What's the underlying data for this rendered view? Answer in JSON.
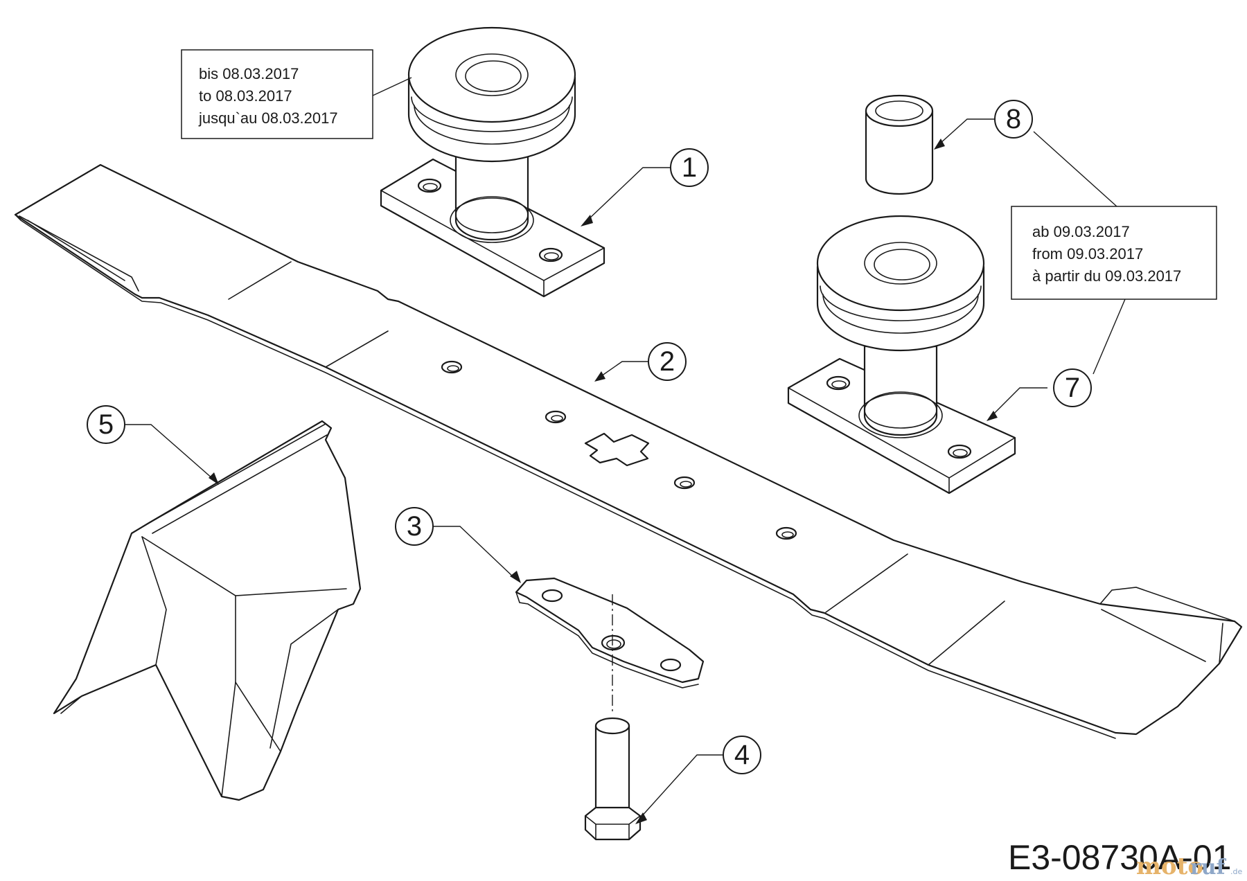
{
  "callouts": [
    {
      "id": "1",
      "label": "1"
    },
    {
      "id": "2",
      "label": "2"
    },
    {
      "id": "3",
      "label": "3"
    },
    {
      "id": "4",
      "label": "4"
    },
    {
      "id": "5",
      "label": "5"
    },
    {
      "id": "7",
      "label": "7"
    },
    {
      "id": "8",
      "label": "8"
    }
  ],
  "note_until": {
    "line1": "bis 08.03.2017",
    "line2": "to 08.03.2017",
    "line3": "jusqu`au 08.03.2017"
  },
  "note_from": {
    "line1": "ab 09.03.2017",
    "line2": "from 09.03.2017",
    "line3": "à partir du 09.03.2017"
  },
  "drawing_code": "E3-08730A-01",
  "watermark": {
    "brand": "moto",
    "brand2": "ruf",
    "tld": ".de"
  }
}
